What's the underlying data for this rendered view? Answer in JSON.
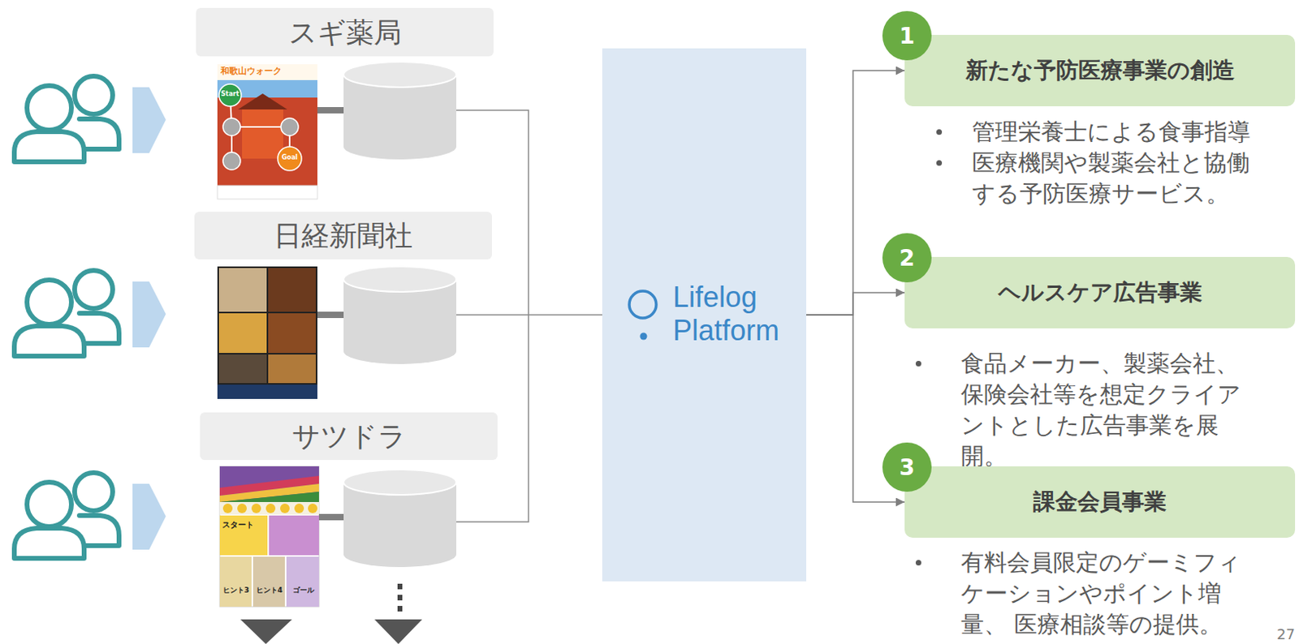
{
  "diagram": {
    "nodes": [
      {
        "text": [
          "スギ薬局"
        ]
      },
      {
        "text": [
          "日経新聞社"
        ]
      },
      {
        "text": [
          "サツドラ"
        ]
      },
      {
        "text": [
          "Lifelog Platform"
        ]
      },
      {
        "text": [
          "新たな予防医療事業の創造",
          "管理栄養士による食事指導",
          "医療機関や製薬会社と協働 する予防医療サービス。"
        ]
      },
      {
        "text": [
          "1"
        ],
        "in": 4
      },
      {
        "text": [
          "ヘルスケア広告事業",
          "食品メーカー、製薬会社、 保険会社等を想定クライア ントとした広告事業を展開。"
        ]
      },
      {
        "text": [
          "2"
        ],
        "in": 6
      },
      {
        "text": [
          "課金会員事業",
          "有料会員限定のゲーミフィ ケーションやポイント増量、 医療相談等の提供。"
        ]
      },
      {
        "text": [
          "3"
        ],
        "in": 8
      }
    ],
    "edges": [
      {
        "from": 3,
        "to": 4,
        "arrow": "to"
      },
      {
        "from": 3,
        "to": 6,
        "arrow": "to"
      },
      {
        "from": 3,
        "to": 8,
        "arrow": "to"
      }
    ],
    "labels": [
      "和歌山ウォーク",
      "Start",
      "Goal",
      "スタート",
      "ヒント3",
      "ヒント4",
      "ゴール",
      "27"
    ]
  }
}
